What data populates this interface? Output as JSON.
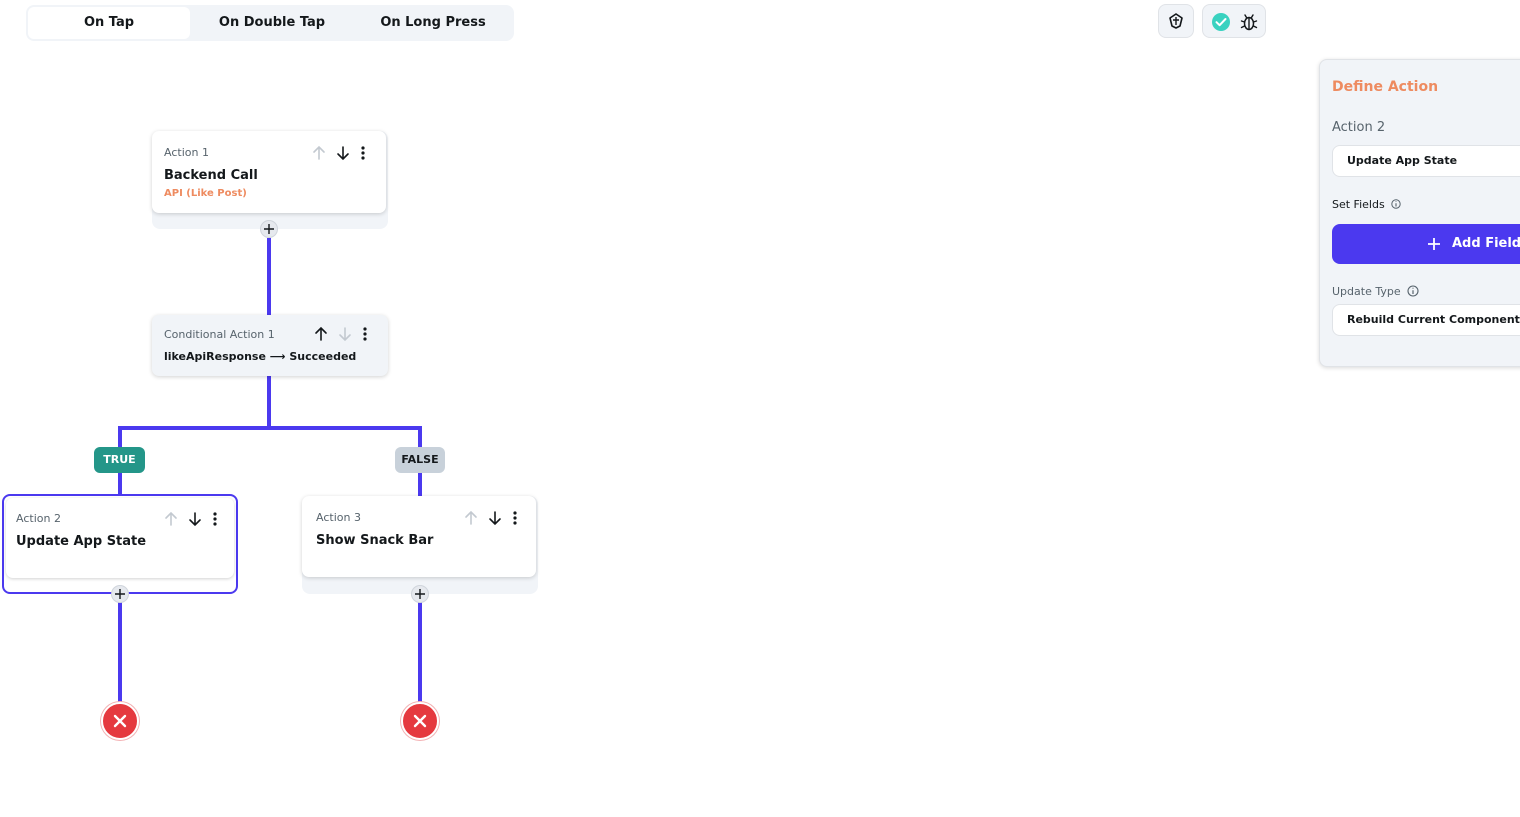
{
  "tabs": [
    {
      "label": "On Tap",
      "active": true
    },
    {
      "label": "On Double Tap",
      "active": false
    },
    {
      "label": "On Long Press",
      "active": false
    }
  ],
  "top_icons": [
    "agent-icon",
    "check-circle-icon",
    "bug-icon"
  ],
  "flow": {
    "action1": {
      "label": "Action 1",
      "title": "Backend Call",
      "subtitle": "API (Like Post)"
    },
    "conditional": {
      "label": "Conditional Action 1",
      "title": "likeApiResponse ⟶ Succeeded"
    },
    "true_label": "TRUE",
    "false_label": "FALSE",
    "action2": {
      "label": "Action 2",
      "title": "Update App State",
      "selected": true
    },
    "action3": {
      "label": "Action 3",
      "title": "Show Snack Bar"
    }
  },
  "panel": {
    "title": "Define Action",
    "action_label": "Action 2",
    "action_value": "Update App State",
    "set_fields_label": "Set Fields",
    "add_field_label": "Add Field",
    "update_type_label": "Update Type",
    "update_type_value": "Rebuild Current Component"
  },
  "colors": {
    "accent": "#4b39ef",
    "orange": "#ee8b60",
    "true_badge": "#249689",
    "false_badge": "#c8d1da",
    "end_node": "#e5393f"
  }
}
